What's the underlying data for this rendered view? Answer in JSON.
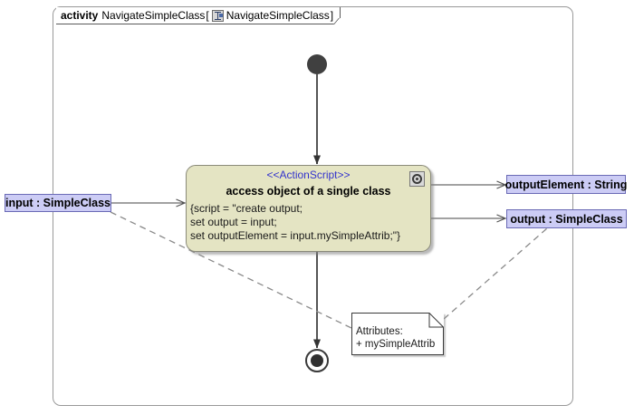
{
  "frame": {
    "keyword": "activity",
    "name": "NavigateSimpleClass",
    "bracket_open": "[",
    "icon": "activity-diagram-icon",
    "qualified_name": "NavigateSimpleClass",
    "bracket_close": "]"
  },
  "action_node": {
    "stereotype": "<<ActionScript>>",
    "title": "access object of a single class",
    "icon": "action-script-gear-icon",
    "script_lines": [
      "{script = \"create output;",
      "set output = input;",
      "set outputElement = input.mySimpleAttrib;\"}"
    ],
    "fill_color": "#e4e4c3",
    "stereotype_color": "#3333cc"
  },
  "pins": {
    "input": "input : SimpleClass",
    "output_element": "outputElement : String",
    "output": "output : SimpleClass",
    "fill_color": "#ccccf5",
    "border_color": "#6a6ab5"
  },
  "note": {
    "line1": "Attributes:",
    "line2": "+ mySimpleAttrib"
  },
  "nodes": {
    "initial": "initial-node",
    "final": "activity-final-node",
    "initial_color": "#404040"
  }
}
